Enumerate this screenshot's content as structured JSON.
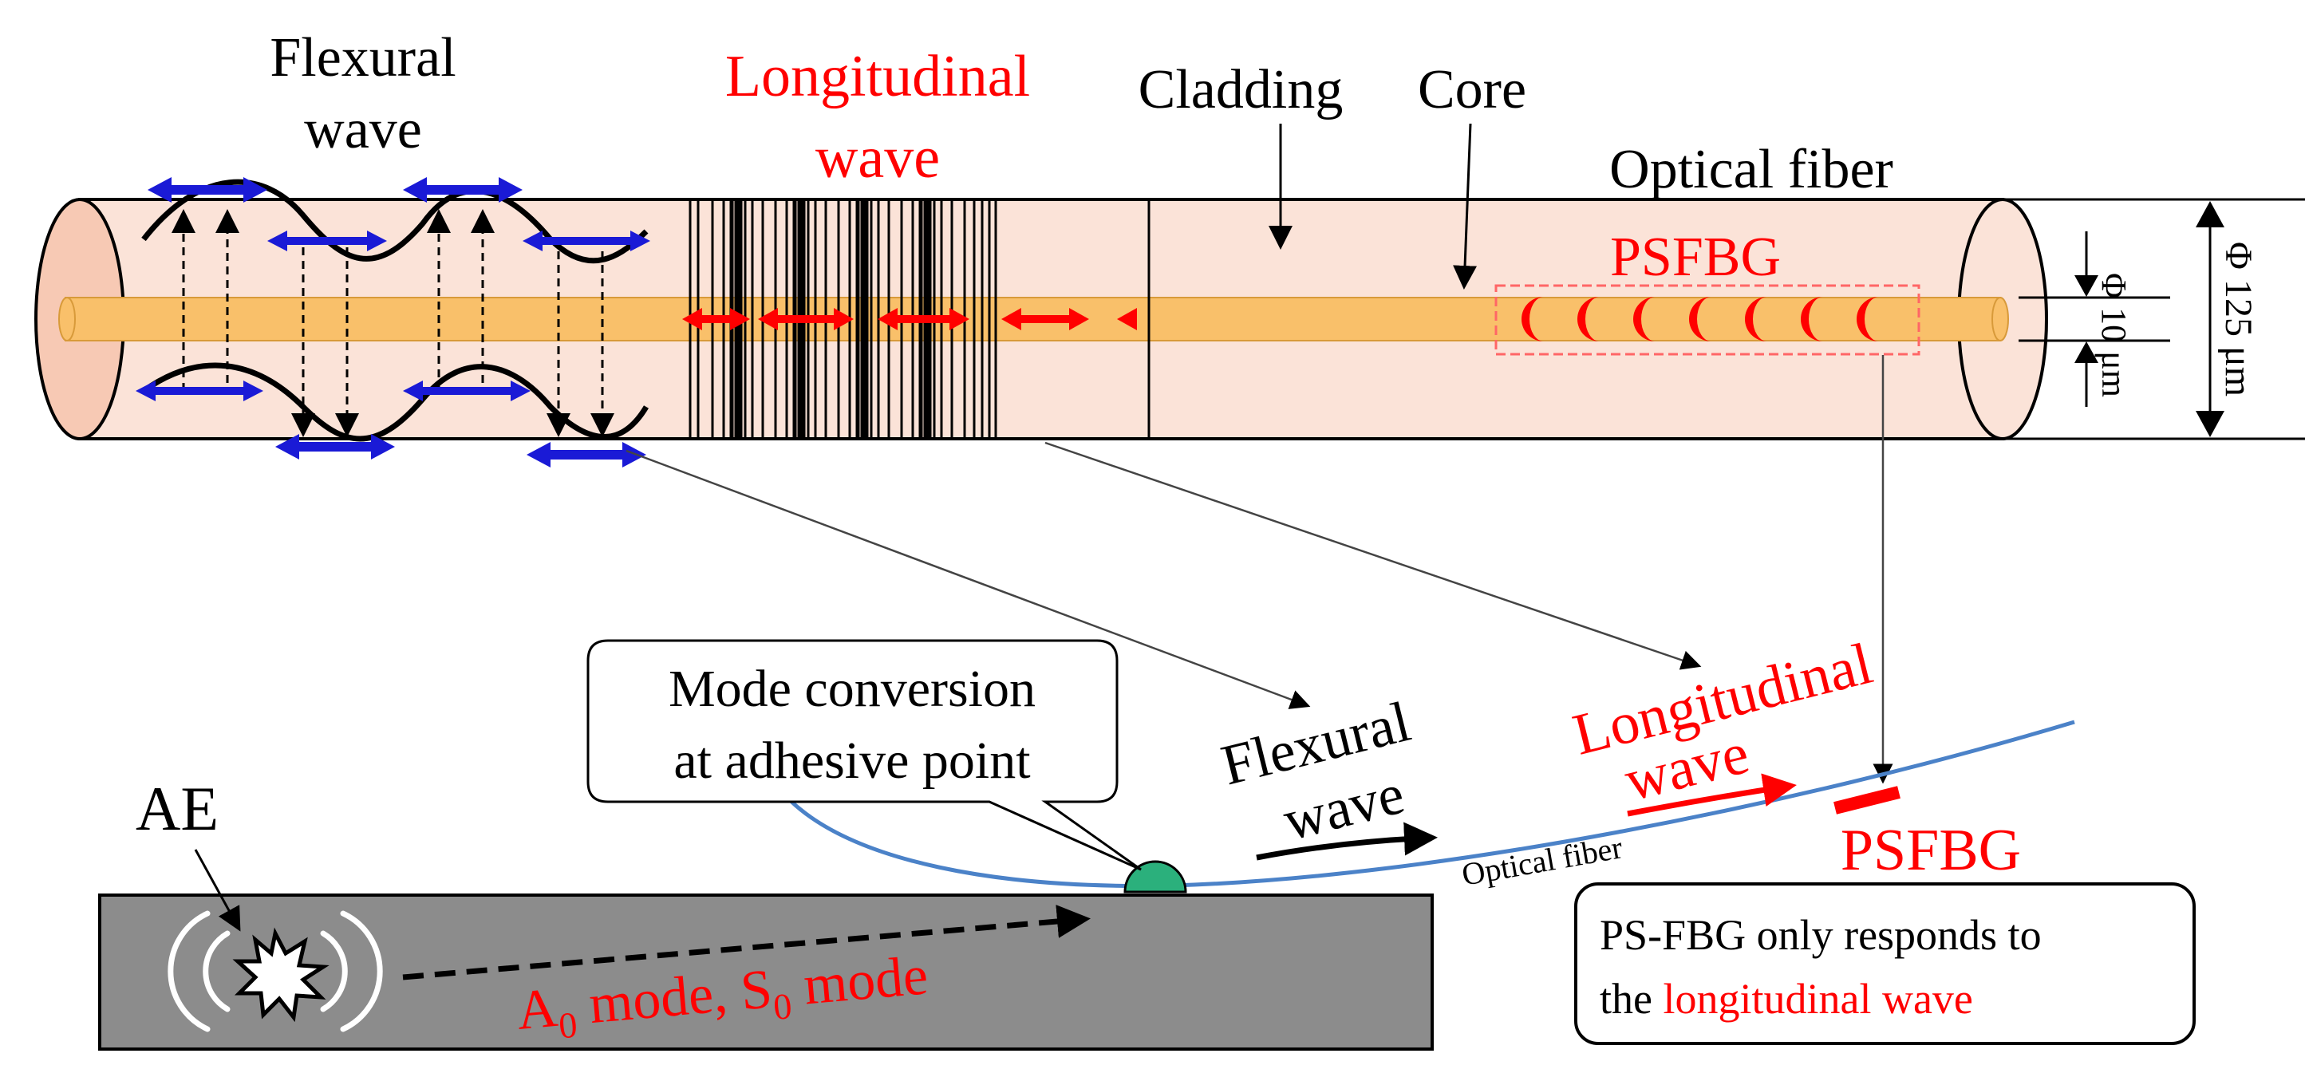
{
  "labels": {
    "flexural_top_1": "Flexural",
    "flexural_top_2": "wave",
    "longitudinal_top_1": "Longitudinal",
    "longitudinal_top_2": "wave",
    "cladding": "Cladding",
    "core": "Core",
    "optical_fiber_top": "Optical fiber",
    "psfbg_top": "PSFBG",
    "core_diameter": "Φ 10 μm",
    "fiber_diameter": "Φ 125 μm",
    "mode_conversion_1": "Mode conversion",
    "mode_conversion_2": "at adhesive point",
    "flexural_bottom_1": "Flexural",
    "flexural_bottom_2": "wave",
    "longitudinal_bottom_1": "Longitudinal",
    "longitudinal_bottom_2": "wave",
    "optical_fiber_bottom": "Optical fiber",
    "psfbg_bottom": "PSFBG",
    "ae": "AE",
    "modes_A": "A",
    "modes_A_sub": "0",
    "modes_mid": " mode, S",
    "modes_S_sub": "0",
    "modes_end": " mode",
    "note_1": "PS-FBG only responds to",
    "note_2_prefix": "the ",
    "note_2_highlight": "longitudinal wave"
  },
  "colors": {
    "cladding_fill": "#fbe3d8",
    "core_fill": "#f9c06a",
    "red": "#ff0000",
    "blue": "#1a1ad6",
    "fiber_curve": "#4b82c8",
    "plate": "#8c8c8c",
    "adhesive": "#2bb07c"
  }
}
